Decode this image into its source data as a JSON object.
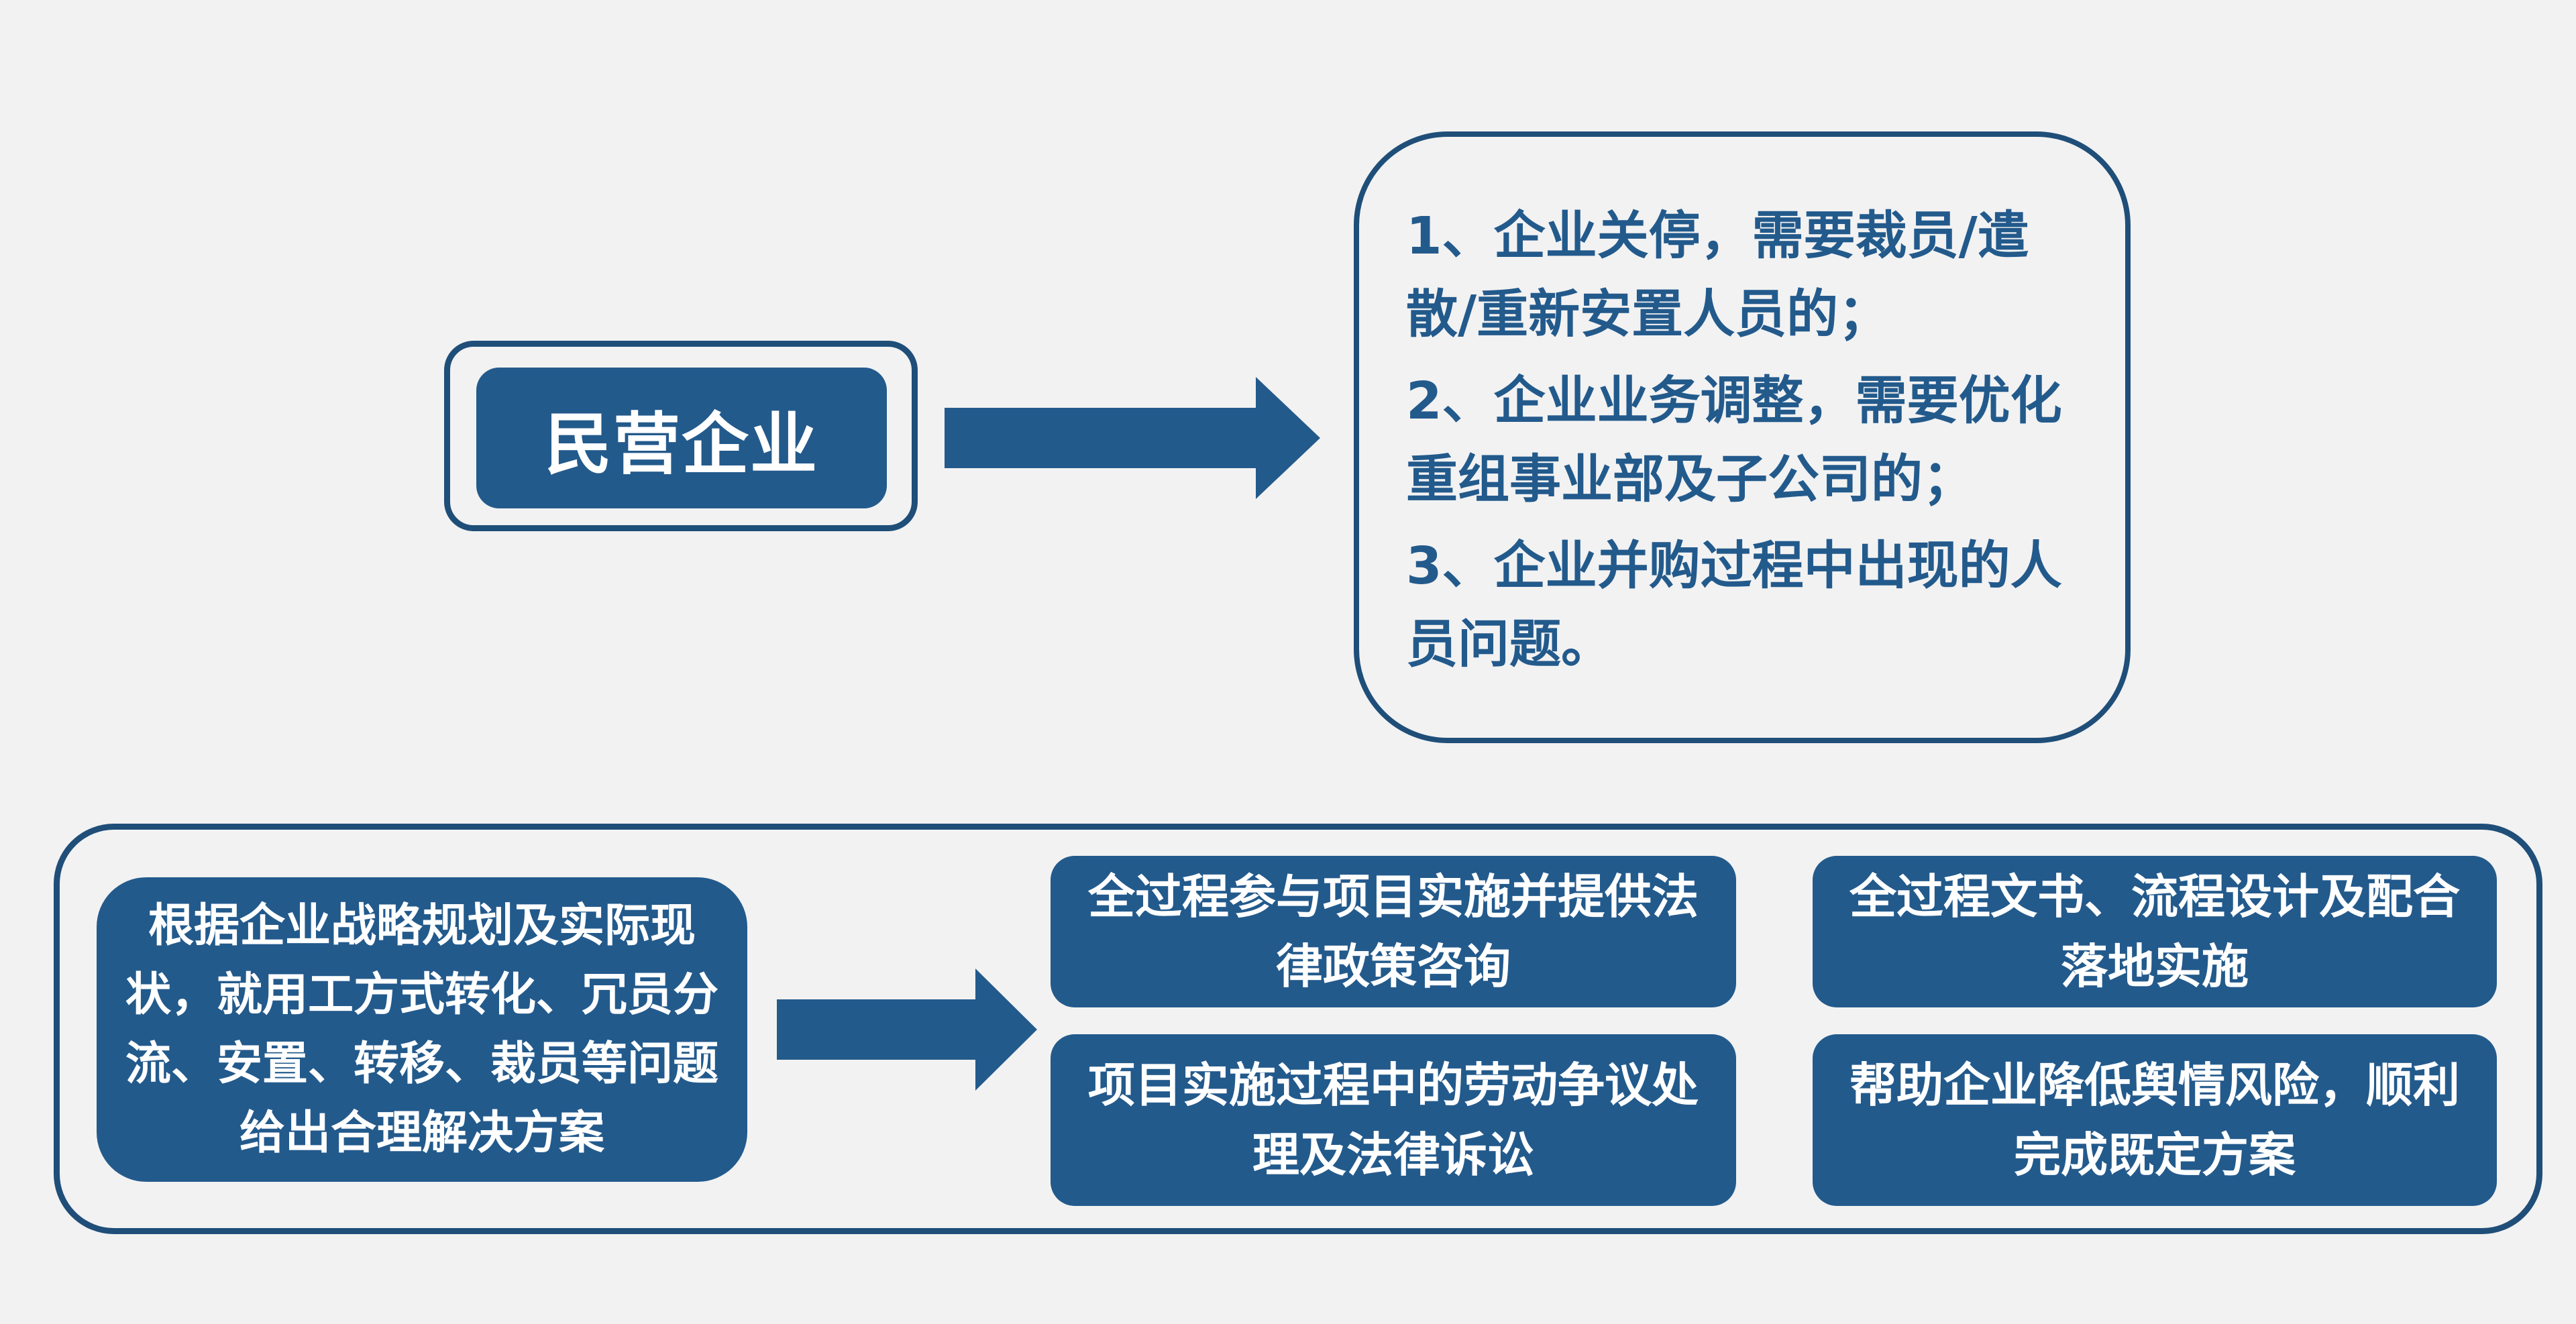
{
  "company": {
    "label": "民营企业"
  },
  "situations": {
    "items": [
      "1、企业关停，需要裁员/遣散/重新安置人员的；",
      "2、企业业务调整，需要优化重组事业部及子公司的；",
      "3、企业并购过程中出现的人员问题。"
    ]
  },
  "solution": {
    "text": "根据企业战略规划及实际现状，就用工方式转化、冗员分流、安置、转移、裁员等问题给出合理解决方案"
  },
  "services": {
    "items": [
      "全过程参与项目实施并提供法律政策咨询",
      "全过程文书、流程设计及配合落地实施",
      "项目实施过程中的劳动争议处理及法律诉讼",
      "帮助企业降低舆情风险，顺利完成既定方案"
    ]
  },
  "colors": {
    "primary": "#235a8c",
    "border": "#1f4e79",
    "background": "#f2f2f2",
    "text_on_primary": "#ffffff"
  }
}
